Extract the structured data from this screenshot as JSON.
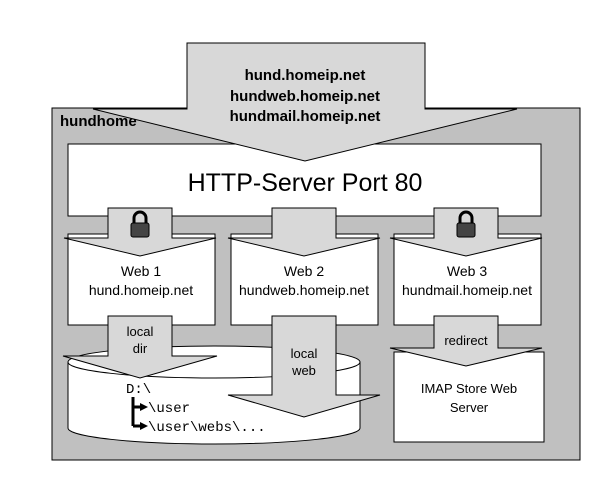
{
  "colors": {
    "container_fill": "#c0c0c0",
    "arrow_fill": "#d8d8d8",
    "box_fill": "#ffffff",
    "stroke": "#000000"
  },
  "hosts": [
    "hund.homeip.net",
    "hundweb.homeip.net",
    "hundmail.homeip.net"
  ],
  "container_label": "hundhome",
  "http_server": "HTTP-Server Port 80",
  "webs": [
    {
      "name": "Web 1",
      "host": "hund.homeip.net",
      "locked": true
    },
    {
      "name": "Web 2",
      "host": "hundweb.homeip.net",
      "locked": false
    },
    {
      "name": "Web 3",
      "host": "hundmail.homeip.net",
      "locked": true
    }
  ],
  "arrows": {
    "local_dir": [
      "local",
      "dir"
    ],
    "local_web": [
      "local",
      "web"
    ],
    "redirect": "redirect"
  },
  "disk": {
    "root": "D:\\",
    "paths": [
      "\\user",
      "\\user\\webs\\..."
    ]
  },
  "imap": [
    "IMAP Store Web",
    "Server"
  ],
  "icons": {
    "lock": "padlock-icon"
  }
}
